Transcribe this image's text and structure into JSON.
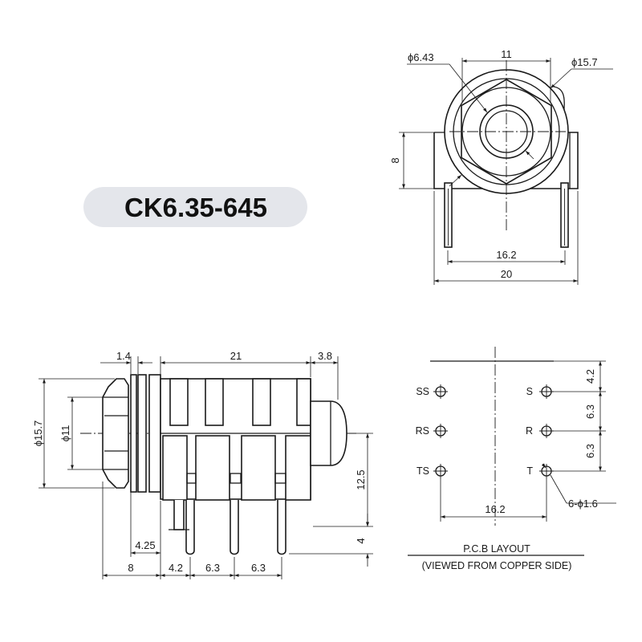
{
  "title": "CK6.35-645",
  "front_view": {
    "dims": {
      "d_inner": "ϕ6.43",
      "hex_width": "11",
      "d_outer": "ϕ15.7",
      "height": "8",
      "pin_span": "16.2",
      "width": "20"
    }
  },
  "side_view": {
    "dims": {
      "flange": "1.4",
      "body_length": "21",
      "bushing": "3.8",
      "d_outer": "ϕ15.7",
      "d_thread": "ϕ11",
      "pin_height": "12.5",
      "pin_length": "4",
      "offset_a": "4.25",
      "offset_b": "8",
      "pitch_a": "4.2",
      "pitch_b": "6.3",
      "pitch_c": "6.3"
    }
  },
  "pcb_layout": {
    "labels_left": [
      "SS",
      "RS",
      "TS"
    ],
    "labels_right": [
      "S",
      "R",
      "T"
    ],
    "dims": {
      "top_offset": "4.2",
      "pitch_1": "6.3",
      "pitch_2": "6.3",
      "span": "16.2",
      "holes": "6-ϕ1.6"
    },
    "caption": "P.C.B LAYOUT",
    "subcaption": "(VIEWED FROM COPPER SIDE)"
  }
}
